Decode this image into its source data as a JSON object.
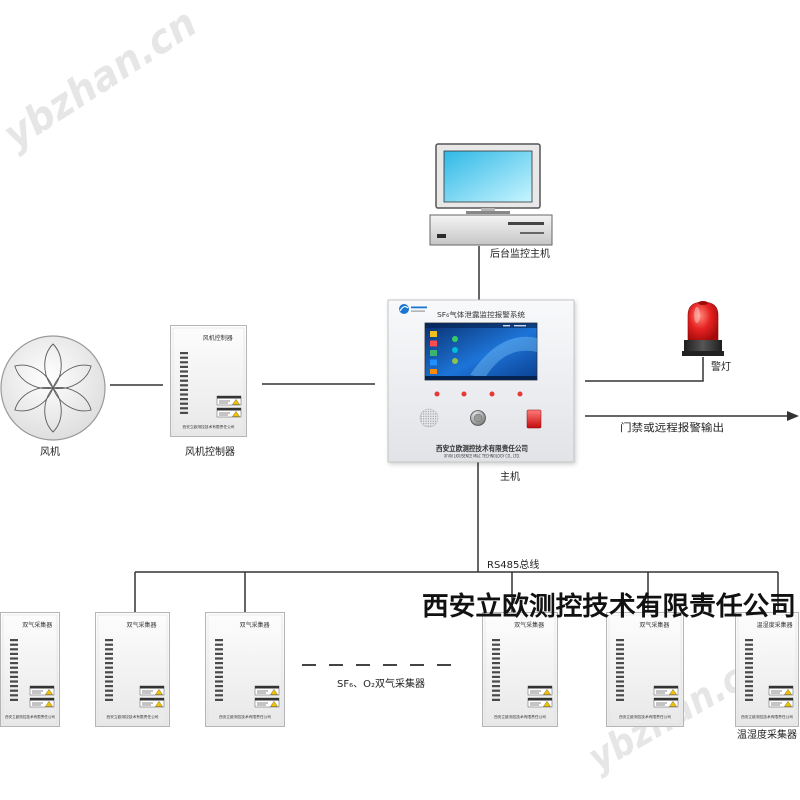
{
  "watermark": "ybzhan.cn",
  "computer": {
    "label": "后台监控主机"
  },
  "main_unit": {
    "panel_title": "SF₆气体泄露监控报警系统",
    "company_cn": "西安立欧测控技术有限责任公司",
    "company_en": "XI'AN LIOUSENCE M&C TECHNOLOGY CO., LTD.",
    "label": "主机"
  },
  "fan": {
    "label": "风机"
  },
  "fan_controller": {
    "panel_label": "风机控制器",
    "label": "风机控制器"
  },
  "alarm_light": {
    "label": "警灯"
  },
  "alarm_output": {
    "label": "门禁或远程报警输出"
  },
  "bus": {
    "label": "RS485总线"
  },
  "collectors": [
    {
      "panel_label": "双气采集器"
    },
    {
      "panel_label": "双气采集器"
    },
    {
      "panel_label": "双气采集器"
    },
    {
      "panel_label": "双气采集器"
    },
    {
      "panel_label": "双气采集器"
    },
    {
      "panel_label": "温湿度采集器"
    }
  ],
  "gas_collector_group": {
    "label": "SF₆、O₂双气采集器"
  },
  "th_collector": {
    "label": "温湿度采集器"
  },
  "company_banner": "西安立欧测控技术有限责任公司",
  "icons": {
    "computer": "desktop-computer-icon",
    "fan": "fan-icon",
    "alarm_light": "alarm-light-icon",
    "speaker": "speaker-icon",
    "warning": "warning-triangle-icon"
  },
  "colors": {
    "line": "#333333",
    "alarm_red": "#d81b1b",
    "monitor_screen": "#4cc9f0",
    "panel_screen": "#1565c0",
    "indicator_red": "#e53935",
    "watermark": "#d2d2d2"
  }
}
